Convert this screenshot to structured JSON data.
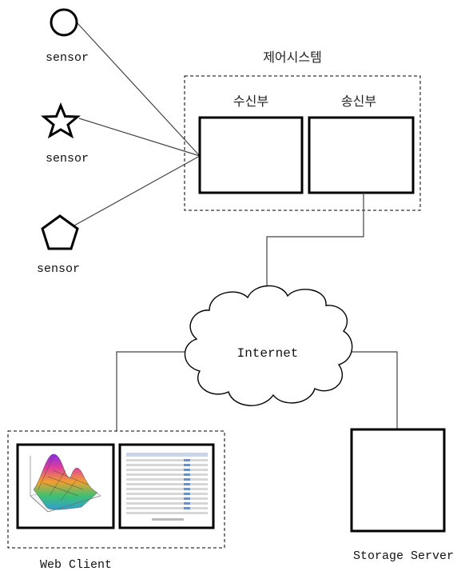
{
  "sensors": [
    {
      "shape": "circle",
      "label": "sensor"
    },
    {
      "shape": "star",
      "label": "sensor"
    },
    {
      "shape": "pentagon",
      "label": "sensor"
    }
  ],
  "control_system": {
    "title": "제어시스템",
    "receiver_label": "수신부",
    "transmitter_label": "송신부"
  },
  "network": {
    "label": "Internet"
  },
  "web_client": {
    "label": "Web Client"
  },
  "storage_server": {
    "label": "Storage Server"
  }
}
